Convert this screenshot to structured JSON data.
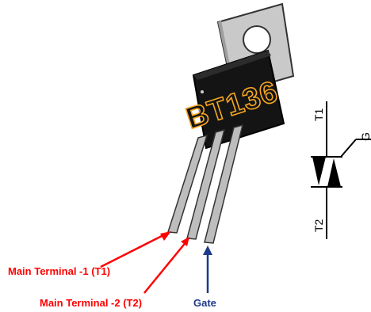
{
  "part_marking": "BT136",
  "pins": {
    "t1_label": "Main Terminal -1 (T1)",
    "t2_label": "Main Terminal -2 (T2)",
    "gate_label": "Gate"
  },
  "symbol": {
    "t1": "T1",
    "t2": "T2",
    "gate": "G"
  },
  "colors": {
    "terminal_text": "#ff0000",
    "gate_text": "#1f3a8a",
    "marking_text": "#f5a623",
    "body": "#111111",
    "tab": "#c8c8c8",
    "leads": "#bdbdbd"
  }
}
